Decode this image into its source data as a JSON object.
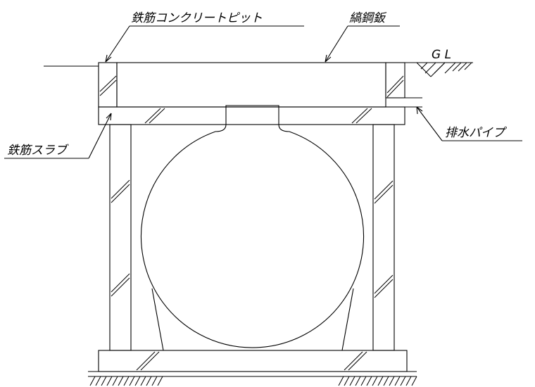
{
  "labels": {
    "pit": "鉄筋コンクリートピット",
    "steel_plate": "縞鋼鈑",
    "ground_level": "G L",
    "drain_pipe": "排水パイプ",
    "slab": "鉄筋スラブ"
  }
}
